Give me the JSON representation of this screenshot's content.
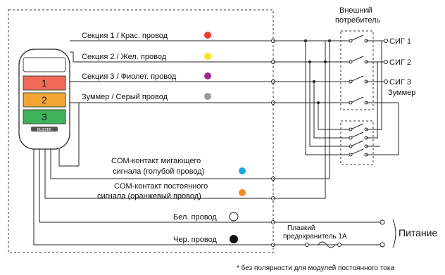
{
  "lamp": {
    "tiers": [
      {
        "label": "1",
        "color": "#f06a55"
      },
      {
        "label": "2",
        "color": "#f2a733"
      },
      {
        "label": "3",
        "color": "#3db25a"
      }
    ],
    "buzzer_label": "BUZZER"
  },
  "wires": [
    {
      "label": "Секция 1 / Крас. провод",
      "color": "#ee3b2f"
    },
    {
      "label": "Секция 2 / Жел. провод",
      "color": "#f7e51d"
    },
    {
      "label": "Секция 3 / Фиолет. провод",
      "color": "#a2268f"
    },
    {
      "label": "Зуммер / Серый провод",
      "color": "#9a9a9a"
    }
  ],
  "com": [
    {
      "line1": "COM-контакт мигающего",
      "line2": "сигнала (голубой провод)",
      "color": "#1ea7e6"
    },
    {
      "line1": "COM-контакт постоянного",
      "line2": "сигнала (оранжевый провод)",
      "color": "#f08c1e"
    }
  ],
  "power_wires": [
    {
      "label": "Бел. провод",
      "color": "#ffffff"
    },
    {
      "label": "Чер. провод",
      "color": "#111111"
    }
  ],
  "consumer_title": [
    "Внешний",
    "потребитель"
  ],
  "signals": [
    "СИГ 1",
    "СИГ 2",
    "СИГ 3",
    "Зуммер"
  ],
  "fuse_label": [
    "Плавкий",
    "предохранитель 1А"
  ],
  "power_label": "Питание",
  "footnote": "* без полярности для модулей постоянного тока"
}
